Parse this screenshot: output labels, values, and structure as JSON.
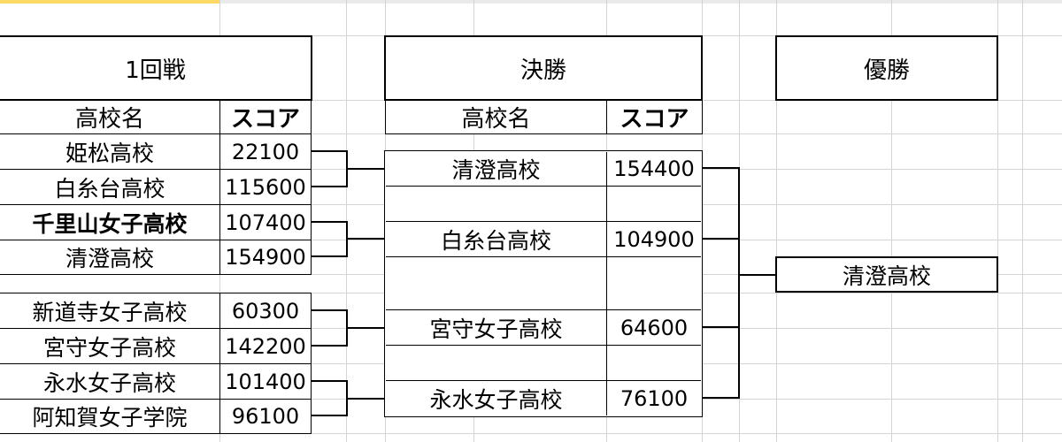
{
  "round1": {
    "title": "1回戦",
    "col_name": "高校名",
    "col_score": "スコア",
    "group1": [
      {
        "name": "姫松高校",
        "score": "22100"
      },
      {
        "name": "白糸台高校",
        "score": "115600"
      },
      {
        "name": "千里山女子高校",
        "score": "107400"
      },
      {
        "name": "清澄高校",
        "score": "154900"
      }
    ],
    "group2": [
      {
        "name": "新道寺女子高校",
        "score": "60300"
      },
      {
        "name": "宮守女子高校",
        "score": "142200"
      },
      {
        "name": "永水女子高校",
        "score": "101400"
      },
      {
        "name": "阿知賀女子学院",
        "score": "96100"
      }
    ]
  },
  "final": {
    "title": "決勝",
    "col_name": "高校名",
    "col_score": "スコア",
    "entries": [
      {
        "name": "清澄高校",
        "score": "154400"
      },
      {
        "name": "白糸台高校",
        "score": "104900"
      },
      {
        "name": "宮守女子高校",
        "score": "64600"
      },
      {
        "name": "永水女子高校",
        "score": "76100"
      }
    ]
  },
  "winner": {
    "title": "優勝",
    "name": "清澄高校"
  }
}
